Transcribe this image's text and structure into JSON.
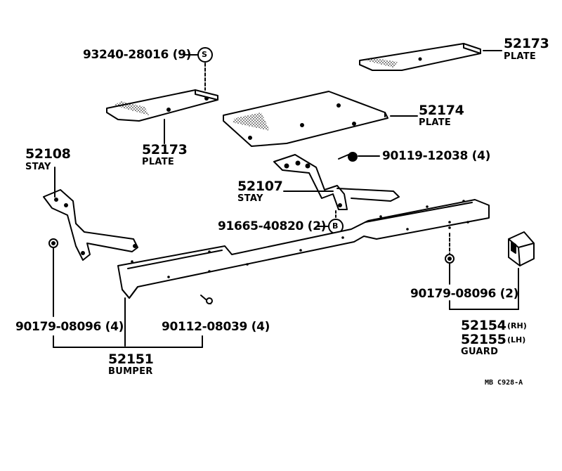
{
  "parts": {
    "screw_label": "93240-28016 (9)",
    "screw_symbol": "S",
    "plate_top_right_num": "52173",
    "plate_top_right_name": "PLATE",
    "plate_left_num": "52173",
    "plate_left_name": "PLATE",
    "plate_center_num": "52174",
    "plate_center_name": "PLATE",
    "bolt_label": "90119-12038 (4)",
    "stay_left_num": "52108",
    "stay_left_name": "STAY",
    "stay_right_num": "52107",
    "stay_right_name": "STAY",
    "nut_label": "91665-40820 (2)",
    "nut_symbol": "B",
    "nut_left_label": "90179-08096 (4)",
    "bolt_small_label": "90112-08039 (4)",
    "nut_right_label": "90179-08096 (2)",
    "guard_rh_num": "52154",
    "guard_rh_suffix": "(RH)",
    "guard_lh_num": "52155",
    "guard_lh_suffix": "(LH)",
    "guard_name": "GUARD",
    "bumper_num": "52151",
    "bumper_name": "BUMPER",
    "drawing_ref": "MB  C928-A"
  }
}
